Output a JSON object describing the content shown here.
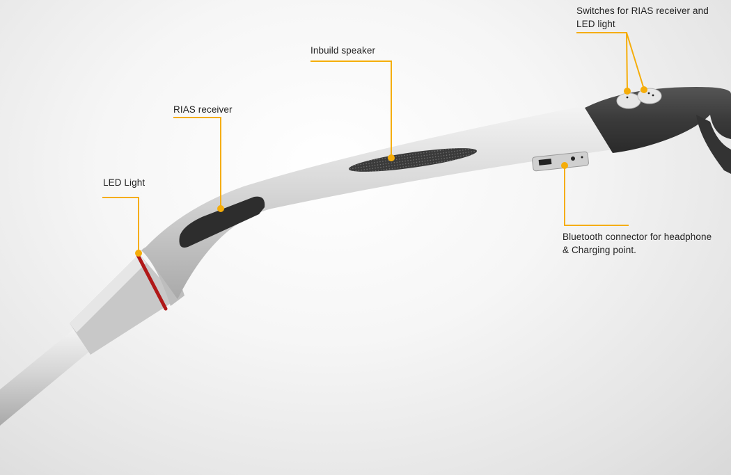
{
  "colors": {
    "callout": "#f5ad0a",
    "body": "#cfcfcf",
    "grip": "#3b3b3b",
    "led_ring": "#b01818",
    "speaker": "#3a3a3a",
    "background": "#f2f2f2"
  },
  "callouts": [
    {
      "id": "switches",
      "label_line1": "Switches for RIAS receiver and",
      "label_line2": "LED light"
    },
    {
      "id": "speaker",
      "label_line1": "Inbuild speaker"
    },
    {
      "id": "rias",
      "label_line1": "RIAS receiver"
    },
    {
      "id": "led",
      "label_line1": "LED Light"
    },
    {
      "id": "bluetooth",
      "label_line1": "Bluetooth connector for headphone",
      "label_line2": "& Charging point."
    }
  ]
}
